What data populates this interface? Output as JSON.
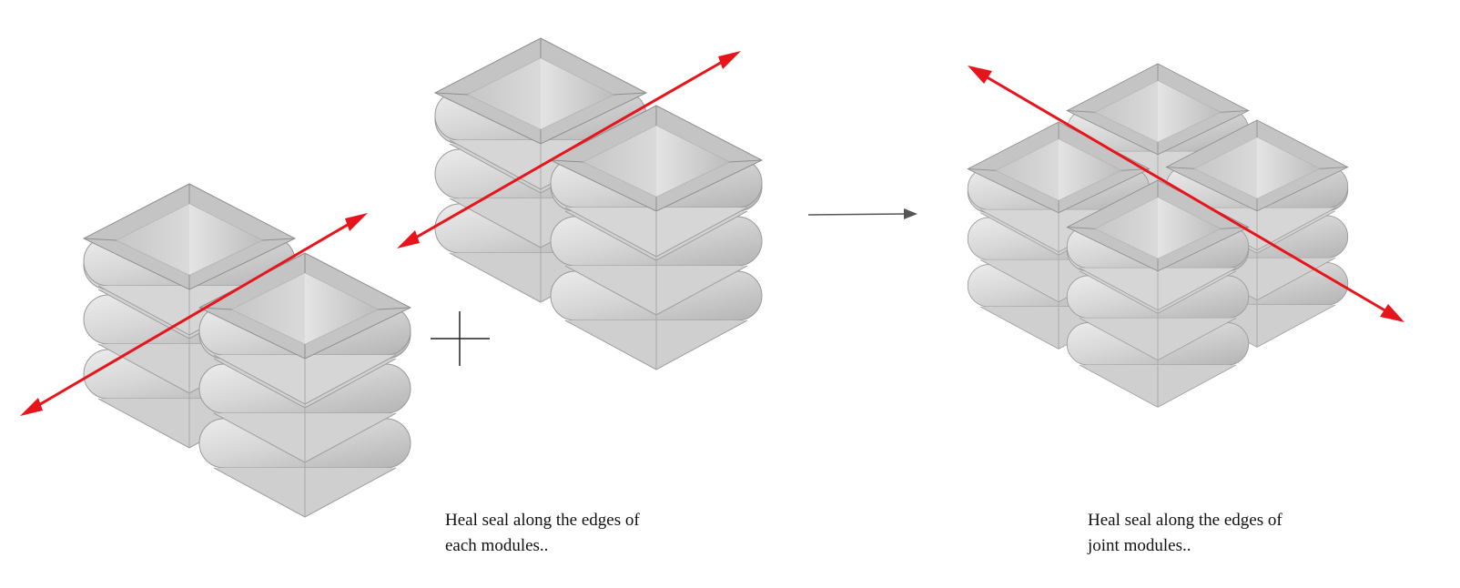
{
  "captions": {
    "left": {
      "line1": "Heal seal along the edges of",
      "line2": "each modules.."
    },
    "right": {
      "line1": "Heal seal along the edges of",
      "line2": "joint modules.."
    }
  },
  "colors": {
    "arrow": "#e8141c",
    "plate_light": "#dcdcdc",
    "plate_mid": "#c8c8c8",
    "plate_dark": "#a4a4a4",
    "outline": "#8c8c8c",
    "connector": "#555555"
  },
  "icons": {
    "plus": "plus-icon",
    "flow_arrow": "arrow-right-icon",
    "seal_axis": "double-arrow-icon"
  }
}
